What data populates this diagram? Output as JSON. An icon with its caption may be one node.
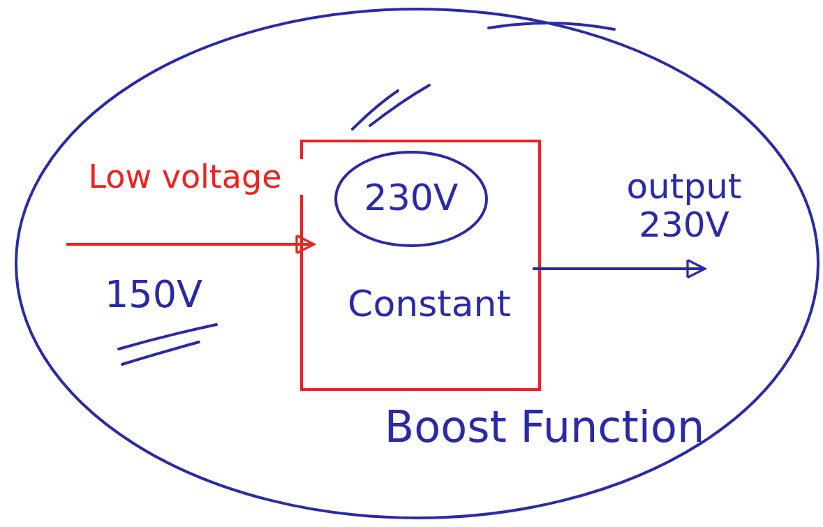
{
  "diagram": {
    "nodes": [
      {
        "text": [
          "Boost Function"
        ]
      },
      {
        "text": [
          "Constant"
        ],
        "in": 0
      },
      {
        "text": [
          "230V"
        ],
        "in": 1
      }
    ],
    "edges": [
      {
        "from": null,
        "to": 1,
        "arrow": "to",
        "label": "Low voltage",
        "color": "#ee2222"
      },
      {
        "from": 1,
        "to": null,
        "arrow": "to",
        "label": "output 230V",
        "color": "#2a2aa8"
      }
    ],
    "labels": [
      "150V"
    ]
  }
}
